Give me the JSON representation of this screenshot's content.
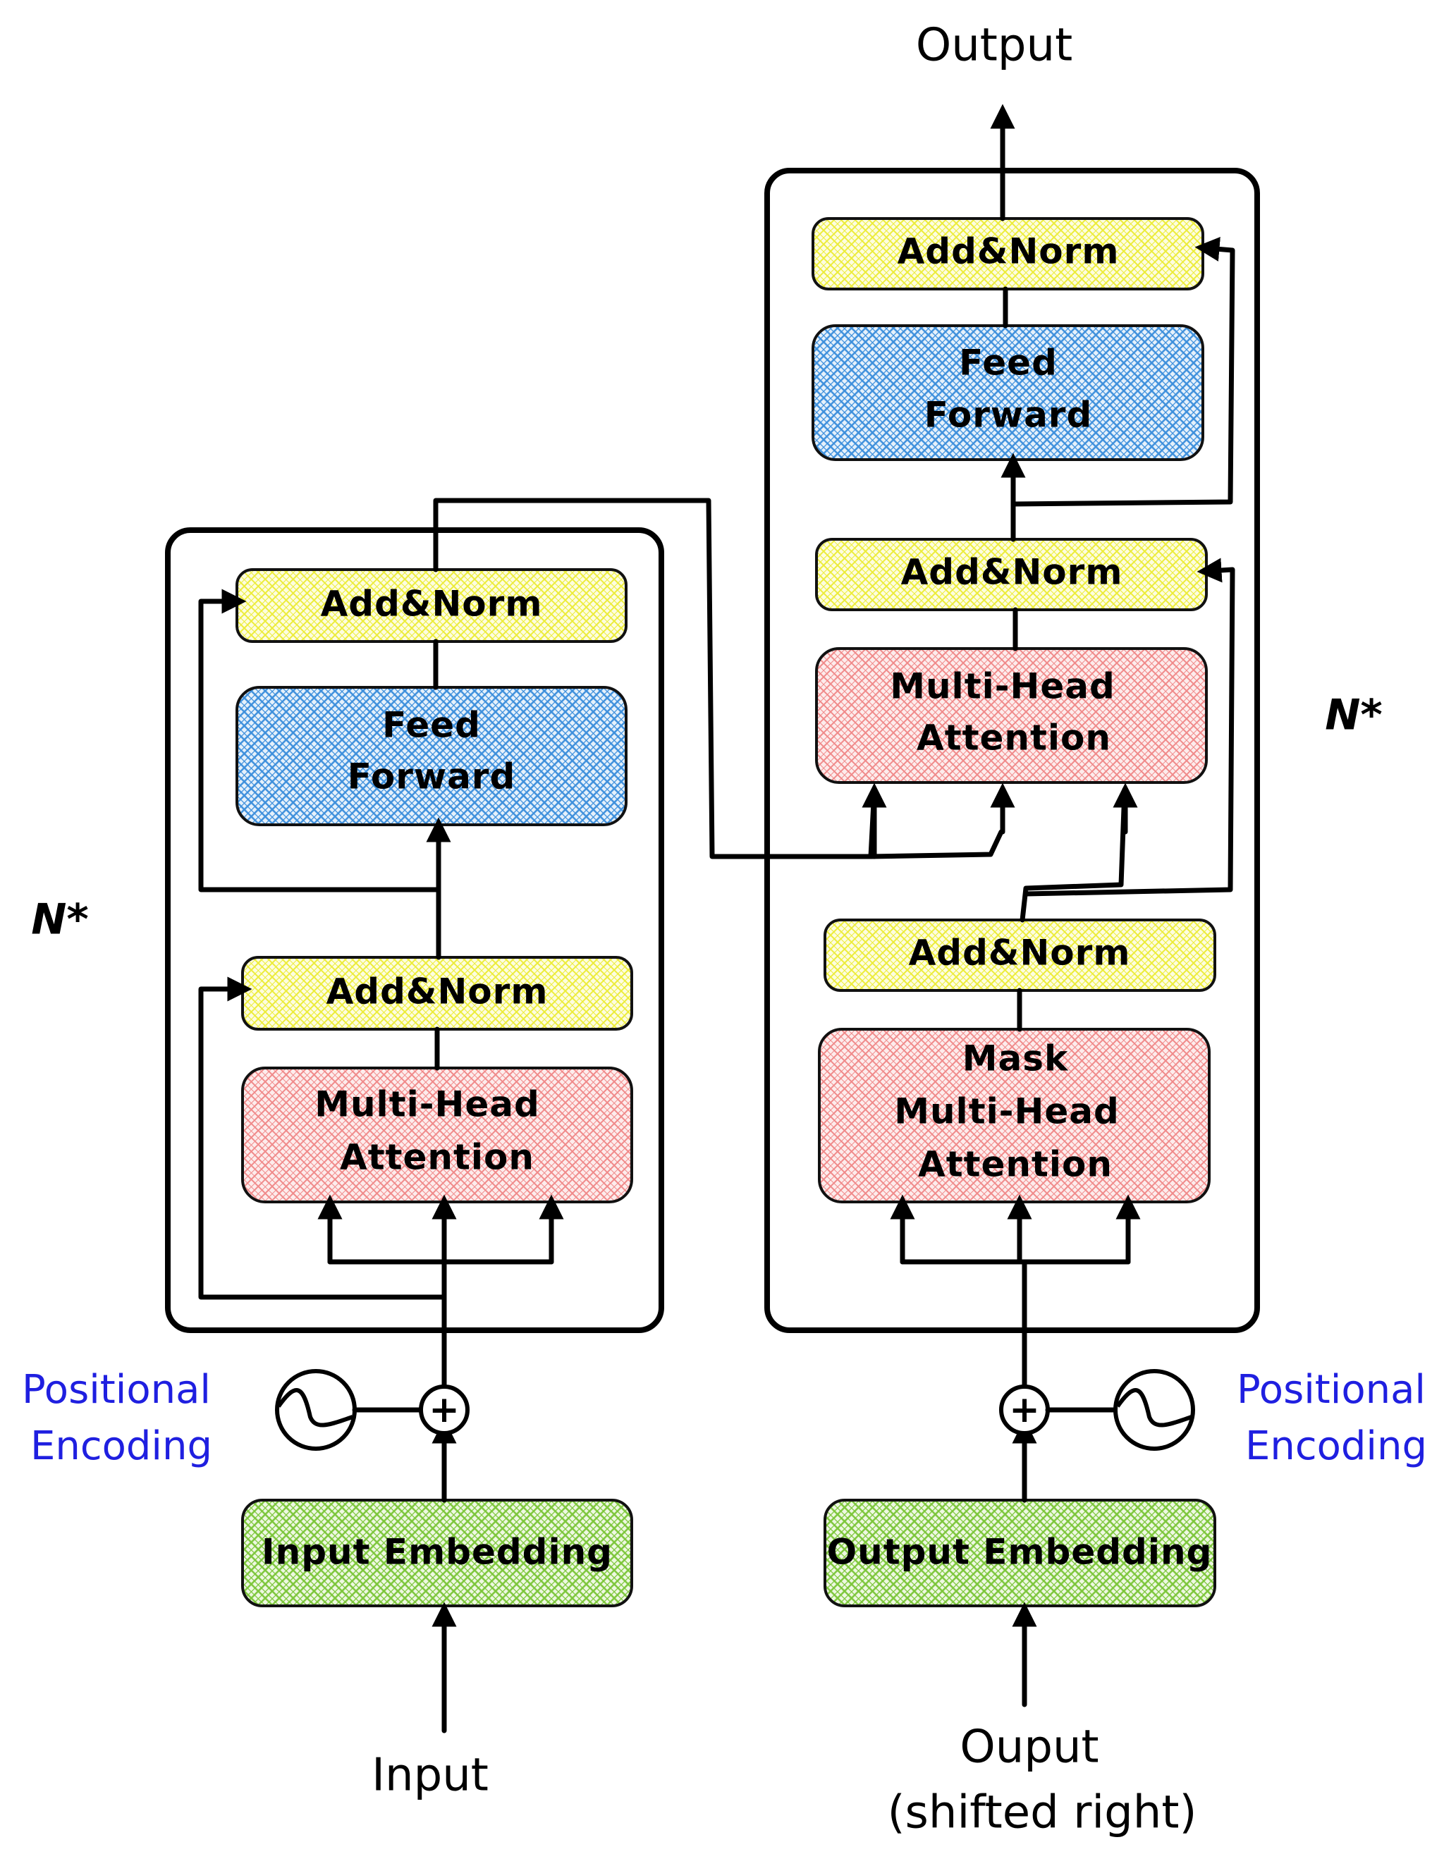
{
  "title": "Transformer Architecture",
  "colors": {
    "add_norm": "#f5f56a",
    "feed_forward": "#3d8fdc",
    "attention": "#f08a8a",
    "embedding": "#7cc63a",
    "positional_text": "#1f1fe0"
  },
  "encoder": {
    "repeat_label": "N*",
    "add_norm_top": "Add&Norm",
    "feed_forward": [
      "Feed",
      "Forward"
    ],
    "add_norm_bottom": "Add&Norm",
    "attention": [
      "Multi-Head",
      "Attention"
    ],
    "embedding": "Input Embedding",
    "positional_encoding": [
      "Positional",
      "Encoding"
    ],
    "input_label": "Input",
    "plus_symbol": "+"
  },
  "decoder": {
    "repeat_label": "N*",
    "add_norm_top": "Add&Norm",
    "feed_forward": [
      "Feed",
      "Forward"
    ],
    "add_norm_middle": "Add&Norm",
    "attention": [
      "Multi-Head",
      "Attention"
    ],
    "add_norm_bottom": "Add&Norm",
    "masked_attention": [
      "Mask",
      "Multi-Head",
      "Attention"
    ],
    "embedding": "Output Embedding",
    "positional_encoding": [
      "Positional",
      "Encoding"
    ],
    "input_label": [
      "Ouput",
      "(shifted right)"
    ],
    "plus_symbol": "+"
  },
  "output_label": "Output"
}
